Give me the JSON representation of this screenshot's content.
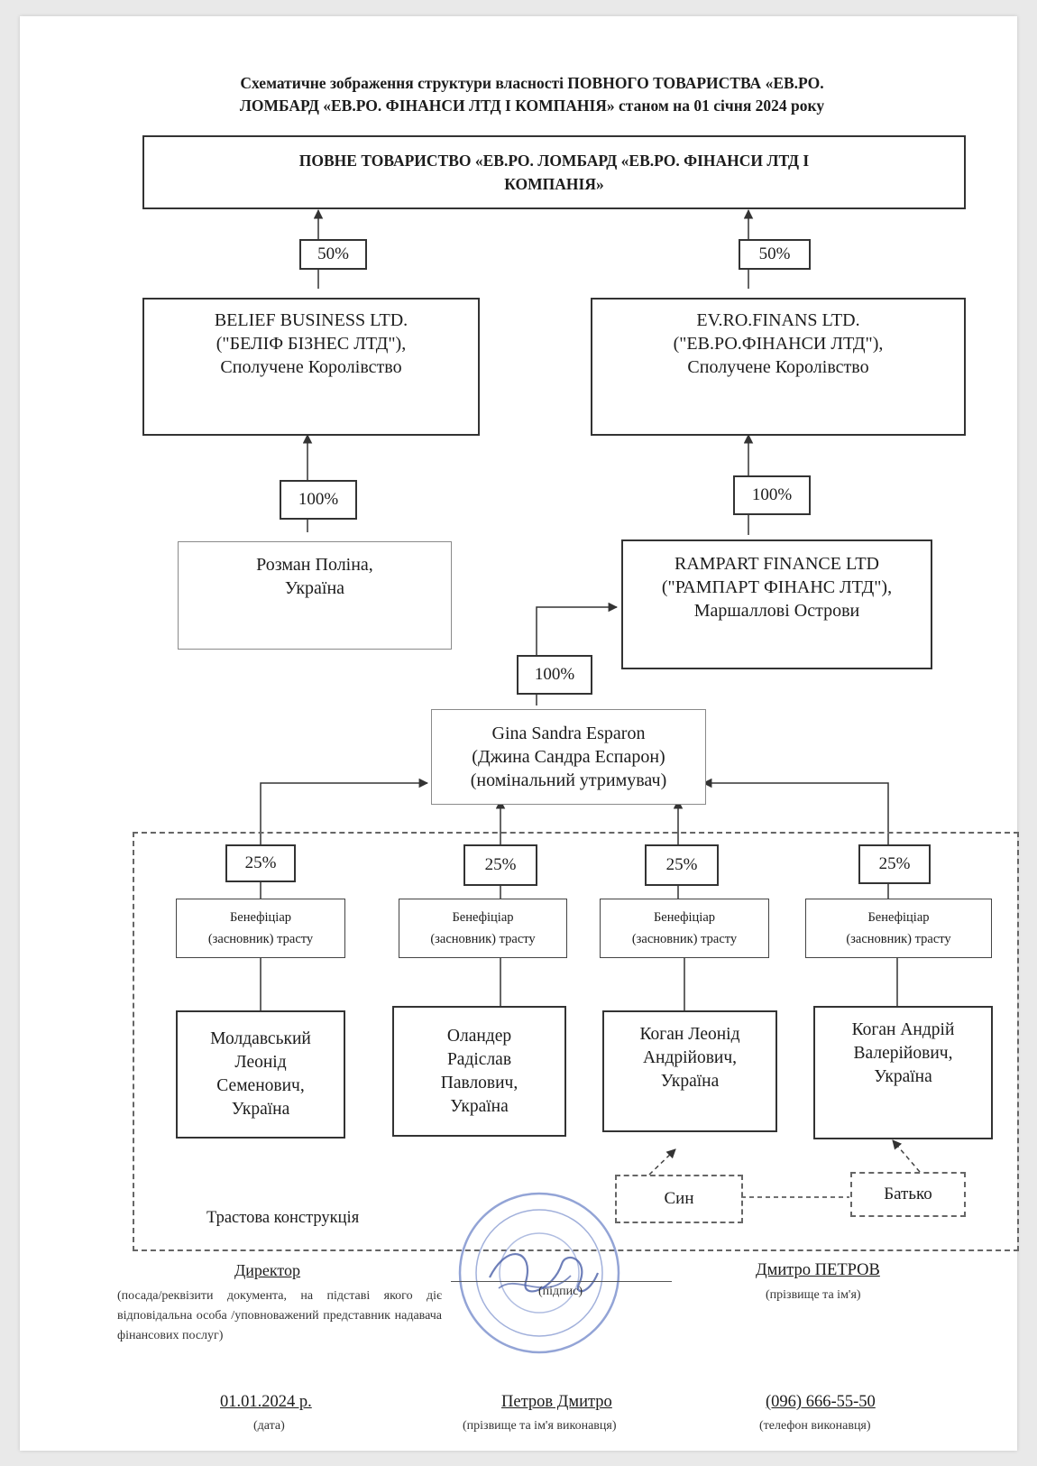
{
  "title": {
    "line1": "Схематичне зображення структури власності ПОВНОГО ТОВАРИСТВА «ЕВ.РО.",
    "line2": "ЛОМБАРД «ЕВ.РО. ФІНАНСИ ЛТД І КОМПАНІЯ» станом на 01 січня 2024 року"
  },
  "top_entity": {
    "line1": "ПОВНЕ ТОВАРИСТВО «ЕВ.РО. ЛОМБАРД «ЕВ.РО. ФІНАНСИ ЛТД І",
    "line2": "КОМПАНІЯ»"
  },
  "belief": {
    "share": "50%",
    "line1": "BELIEF BUSINESS LTD.",
    "line2": "(\"БЕЛІФ БІЗНЕС ЛТД\"),",
    "line3": "Сполучене Королівство"
  },
  "evro": {
    "share": "50%",
    "line1": "EV.RO.FINANS LTD.",
    "line2": "(\"ЕВ.РО.ФІНАНСИ ЛТД\"),",
    "line3": "Сполучене Королівство"
  },
  "rozman": {
    "share": "100%",
    "line1": "Розман Поліна,",
    "line2": "Україна"
  },
  "rampart": {
    "share": "100%",
    "line1": "RAMPART FINANCE LTD",
    "line2": "(\"РАМПАРТ ФІНАНС ЛТД\"),",
    "line3": "Маршаллові Острови"
  },
  "gina": {
    "share": "100%",
    "line1": "Gina Sandra Esparon",
    "line2": "(Джина Сандра Еспарон)",
    "line3": "(номінальний утримувач)"
  },
  "beneficiaries": [
    {
      "share": "25%",
      "role1": "Бенефіціар",
      "role2": "(засновник) трасту",
      "name1": "Молдавський",
      "name2": "Леонід",
      "name3": "Семенович,",
      "name4": "Україна"
    },
    {
      "share": "25%",
      "role1": "Бенефіціар",
      "role2": "(засновник) трасту",
      "name1": "Оландер",
      "name2": "Радіслав",
      "name3": "Павлович,",
      "name4": "Україна"
    },
    {
      "share": "25%",
      "role1": "Бенефіціар",
      "role2": "(засновник) трасту",
      "name1": "Коган Леонід",
      "name2": "Андрійович,",
      "name3": "Україна",
      "name4": ""
    },
    {
      "share": "25%",
      "role1": "Бенефіціар",
      "role2": "(засновник) трасту",
      "name1": "Коган Андрій",
      "name2": "Валерійович,",
      "name3": "Україна",
      "name4": ""
    }
  ],
  "relations": {
    "son": "Син",
    "father": "Батько"
  },
  "trust_label": "Трастова конструкція",
  "footer": {
    "position": "Директор",
    "position_caption": "(посада/реквізити документа, на підставі якого діє відповідальна особа /уповноважений представник надавача фінансових послуг)",
    "signature_caption": "(підпис)",
    "name": "Дмитро ПЕТРОВ",
    "name_caption": "(прізвище та ім'я)",
    "date": "01.01.2024 р.",
    "date_caption": "(дата)",
    "executor": "Петров Дмитро",
    "executor_caption": "(прізвище та ім'я виконавця)",
    "phone": "(096) 666-55-50",
    "phone_caption": "(телефон виконавця)"
  },
  "colors": {
    "stamp": "#6f86c8",
    "line": "#333333"
  }
}
